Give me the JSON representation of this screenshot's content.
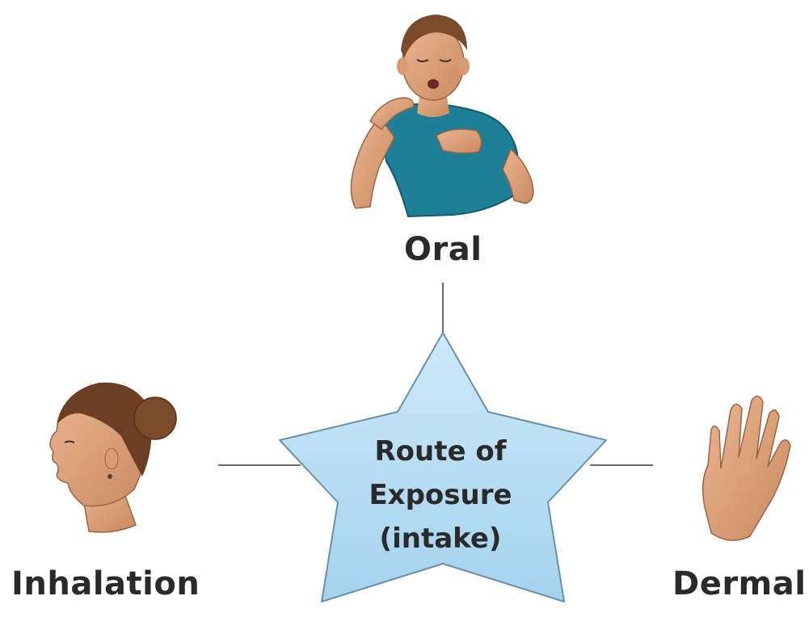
{
  "diagram": {
    "center": {
      "lines": [
        "Route of",
        "Exposure",
        "(intake)"
      ]
    },
    "routes": {
      "oral": "Oral",
      "inhalation": "Inhalation",
      "dermal": "Dermal"
    },
    "colors": {
      "star_fill": "#b4dcf2",
      "star_stroke": "#6b8fa8",
      "connector": "#6e6e6e",
      "text": "#2a2a2a",
      "skin": "#e0a57c",
      "shirt": "#1f7f96",
      "hair": "#7a4a2a"
    },
    "icons": [
      "coughing-boy-icon",
      "woman-head-profile-icon",
      "hand-icon"
    ]
  }
}
